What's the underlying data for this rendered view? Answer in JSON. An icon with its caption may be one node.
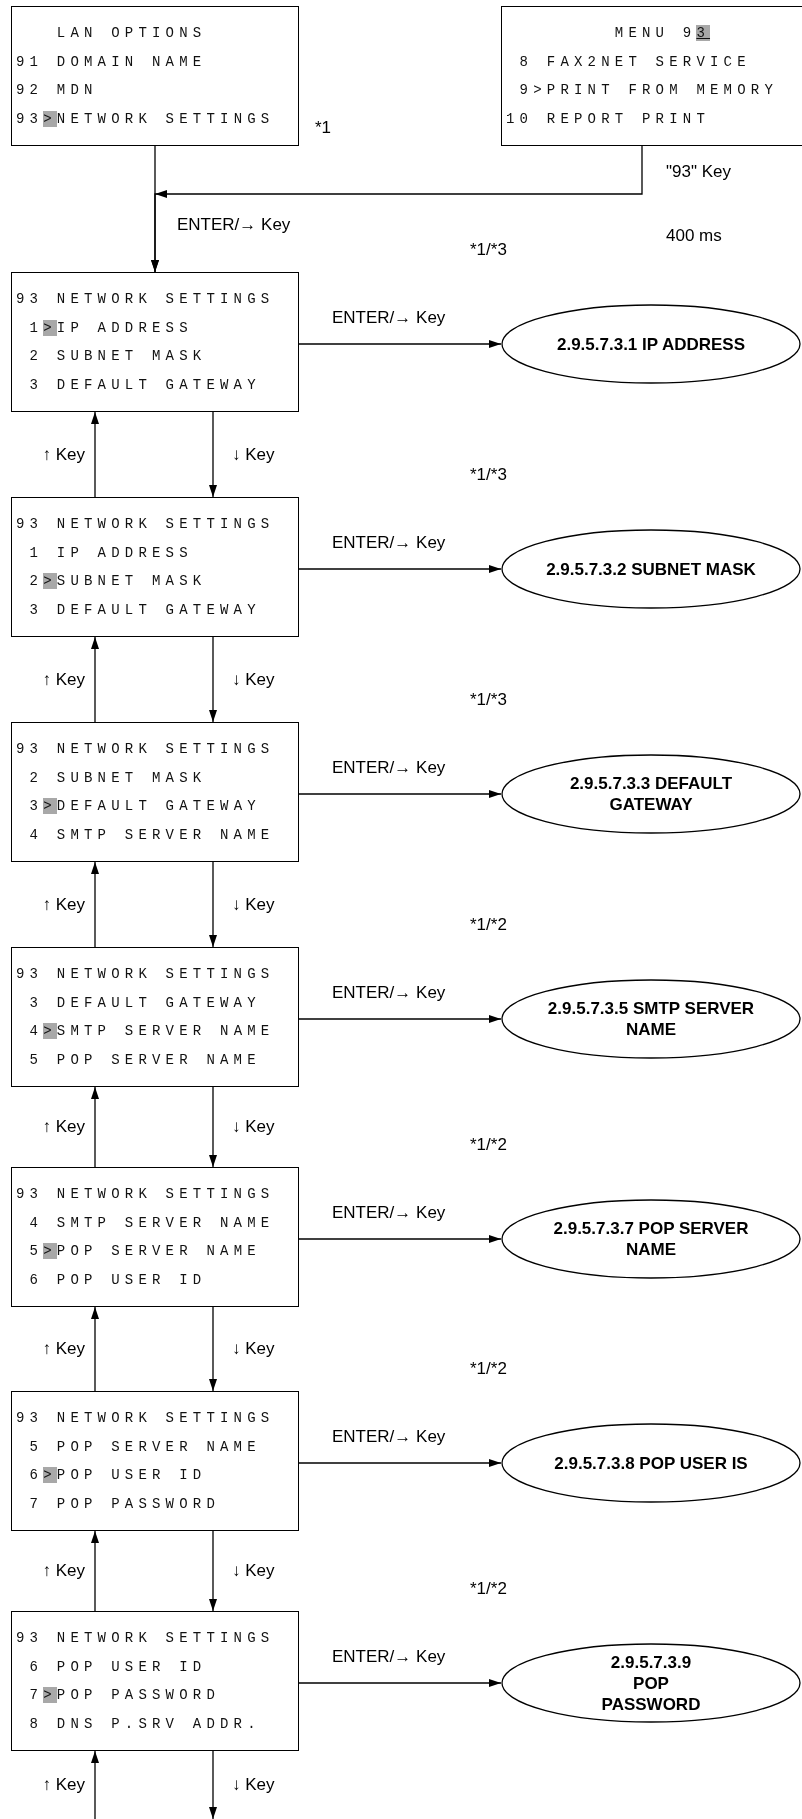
{
  "diagram": {
    "nodes": [
      {
        "text": [
          "LAN OPTIONS",
          "91 DOMAIN NAME",
          "92 MDN",
          "93>NETWORK SETTINGS"
        ],
        "beside": [
          "*1"
        ]
      },
      {
        "text": [
          "MENU 93",
          "8 FAX2NET SERVICE",
          "9>PRINT FROM MEMORY",
          "10 REPORT PRINT"
        ]
      },
      {
        "text": [
          "93 NETWORK SETTINGS",
          "1>IP ADDRESS",
          "2 SUBNET MASK",
          "3 DEFAULT GATEWAY"
        ]
      },
      {
        "text": [
          "2.9.5.7.3.1  IP ADDRESS"
        ]
      },
      {
        "text": [
          "93 NETWORK SETTINGS",
          "1 IP ADDRESS",
          "2>SUBNET MASK",
          "3 DEFAULT GATEWAY"
        ]
      },
      {
        "text": [
          "2.9.5.7.3.2  SUBNET MASK"
        ]
      },
      {
        "text": [
          "93 NETWORK SETTINGS",
          "2 SUBNET MASK",
          "3>DEFAULT GATEWAY",
          "4 SMTP SERVER NAME"
        ]
      },
      {
        "text": [
          "2.9.5.7.3.3  DEFAULT GATEWAY"
        ]
      },
      {
        "text": [
          "93 NETWORK SETTINGS",
          "3 DEFAULT GATEWAY",
          "4>SMTP SERVER NAME",
          "5 POP SERVER NAME"
        ]
      },
      {
        "text": [
          "2.9.5.7.3.5  SMTP SERVER NAME"
        ]
      },
      {
        "text": [
          "93 NETWORK SETTINGS",
          "4 SMTP SERVER NAME",
          "5>POP SERVER NAME",
          "6 POP USER ID"
        ]
      },
      {
        "text": [
          "2.9.5.7.3.7  POP SERVER NAME"
        ]
      },
      {
        "text": [
          "93 NETWORK SETTINGS",
          "5 POP SERVER NAME",
          "6>POP USER ID",
          "7 POP PASSWORD"
        ]
      },
      {
        "text": [
          "2.9.5.7.3.8  POP USER IS"
        ]
      },
      {
        "text": [
          "93 NETWORK SETTINGS",
          "6 POP USER ID",
          "7>POP PASSWORD",
          "8 DNS P.SRV ADDR."
        ]
      },
      {
        "text": [
          "2.9.5.7.3.9 POP PASSWORD"
        ]
      }
    ],
    "edges": [
      {
        "from": 0,
        "to": 2,
        "arrow": "to",
        "label": "ENTER/→ Key"
      },
      {
        "from": 1,
        "to": 2,
        "arrow": "to",
        "label": "\"93\" Key"
      },
      {
        "from": 2,
        "to": 3,
        "arrow": "to",
        "label": "ENTER/→ Key"
      },
      {
        "from": 2,
        "to": 4,
        "arrow": "to",
        "label": "↓ Key"
      },
      {
        "from": 4,
        "to": 2,
        "arrow": "to",
        "label": "↑ Key"
      },
      {
        "from": 4,
        "to": 5,
        "arrow": "to",
        "label": "ENTER/→ Key"
      },
      {
        "from": 4,
        "to": 6,
        "arrow": "to",
        "label": "↓ Key"
      },
      {
        "from": 6,
        "to": 4,
        "arrow": "to",
        "label": "↑ Key"
      },
      {
        "from": 6,
        "to": 7,
        "arrow": "to",
        "label": "ENTER/→ Key"
      },
      {
        "from": 6,
        "to": 8,
        "arrow": "to",
        "label": "↓ Key"
      },
      {
        "from": 8,
        "to": 6,
        "arrow": "to",
        "label": "↑ Key"
      },
      {
        "from": 8,
        "to": 9,
        "arrow": "to",
        "label": "ENTER/→ Key"
      },
      {
        "from": 8,
        "to": 10,
        "arrow": "to",
        "label": "↓ Key"
      },
      {
        "from": 10,
        "to": 8,
        "arrow": "to",
        "label": "↑ Key"
      },
      {
        "from": 10,
        "to": 11,
        "arrow": "to",
        "label": "ENTER/→ Key"
      },
      {
        "from": 10,
        "to": 12,
        "arrow": "to",
        "label": "↓ Key"
      },
      {
        "from": 12,
        "to": 10,
        "arrow": "to",
        "label": "↑ Key"
      },
      {
        "from": 12,
        "to": 13,
        "arrow": "to",
        "label": "ENTER/→ Key"
      },
      {
        "from": 12,
        "to": 14,
        "arrow": "to",
        "label": "↓ Key"
      },
      {
        "from": 14,
        "to": 12,
        "arrow": "to",
        "label": "↑ Key"
      },
      {
        "from": 14,
        "to": 15,
        "arrow": "to",
        "label": "ENTER/→ Key"
      },
      {
        "from": null,
        "to": 14,
        "arrow": "to",
        "label": "↑ Key"
      },
      {
        "from": 14,
        "to": null,
        "arrow": "to",
        "label": "↓ Key"
      }
    ],
    "labels": [
      "400 ms",
      "*1/*3",
      "*1/*3",
      "*1/*3",
      "*1/*2",
      "*1/*2",
      "*1/*2",
      "*1/*2"
    ]
  }
}
